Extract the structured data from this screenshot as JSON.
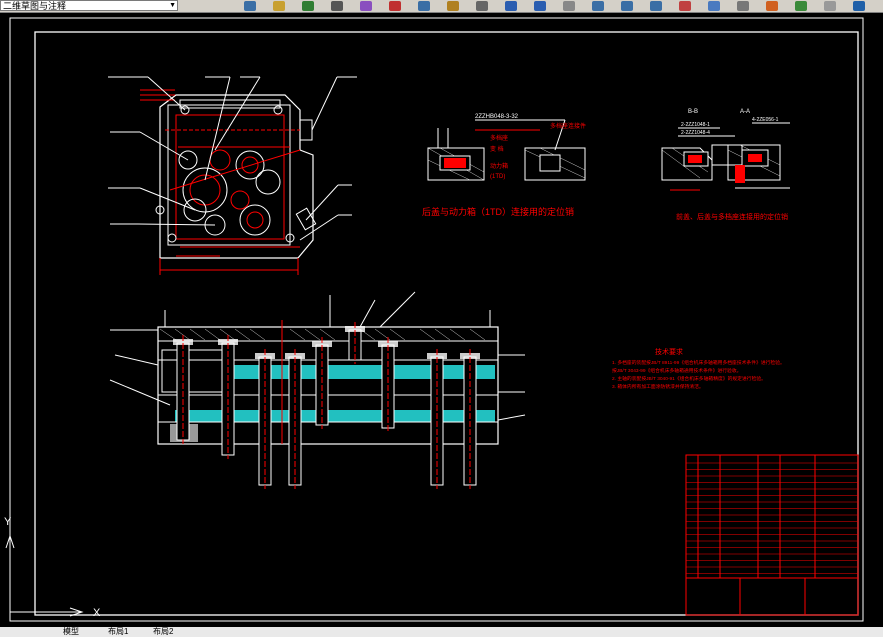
{
  "workspace": {
    "selected": "二维草图与注释"
  },
  "toolbar": {
    "icons": [
      "new-icon",
      "open-icon",
      "save-icon",
      "print-icon",
      "preview-icon",
      "cut-icon",
      "copy-icon",
      "paste-icon",
      "match-icon",
      "undo-icon",
      "redo-icon",
      "pan-icon",
      "zoom-realtime-icon",
      "zoom-window-icon",
      "zoom-previous-icon",
      "properties-icon",
      "design-center-icon",
      "tool-palette-icon",
      "sheet-set-icon",
      "markup-icon",
      "calc-icon",
      "help-icon"
    ]
  },
  "drawing": {
    "section_b": "B-B",
    "section_a": "A-A",
    "pin_code": "2ZZHB048-3-32",
    "label_multi_locator": "多档座连接件",
    "label_multi": "多档座",
    "label_shift": "变 档",
    "label_power": "动力箱",
    "label_power_code": "(1TD)",
    "caption_left": "后盖与动力箱（1TD）连接用的定位销",
    "caption_right": "前盖、后盖与多档座连接用的定位销",
    "code_a1": "2-2ZZ1048-1",
    "code_a2": "2-2ZZ1048-4",
    "code_a3": "4-2ZE056-1",
    "tech_title": "技术要求",
    "tech_req": [
      "1. 多档座的装配按JB/T 8911-99《组合机床多轴箱用多档座技术条件》进行检验。",
      "   按JB/T 3043-99《组合机床多轴箱通用技术条件》进行验收。",
      "2. 主轴的装配按JB/T 3040-91《组合机床多轴箱精度》的规定进行检验。",
      "3. 箱体内所有加工面涂防锈漆并保持清洁。"
    ]
  },
  "ucs": {
    "y": "Y",
    "x": "X"
  },
  "status": {
    "tabs": [
      "模型",
      "布局1",
      "布局2"
    ]
  }
}
